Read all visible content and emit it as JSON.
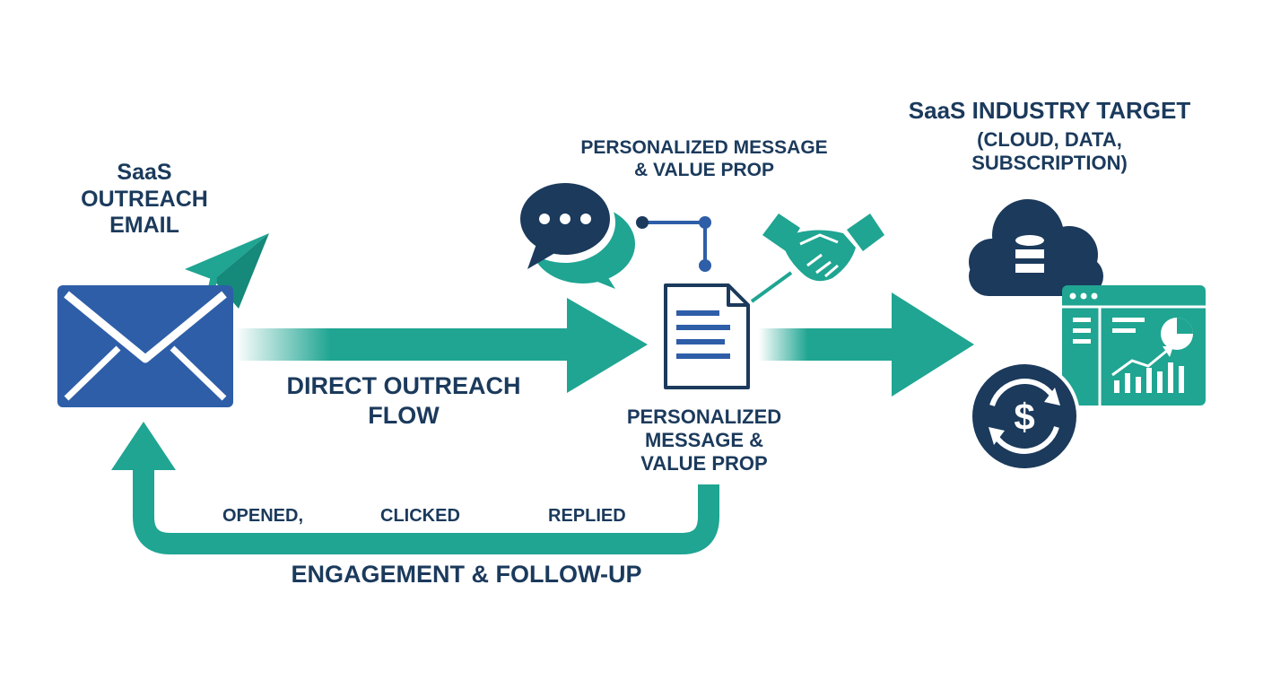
{
  "colors": {
    "navy": "#1b3a5c",
    "blue": "#2e5ea8",
    "teal": "#1fa592",
    "white": "#ffffff"
  },
  "email_node": {
    "title_lines": [
      "SaaS",
      "OUTREACH",
      "EMAIL"
    ],
    "icons": [
      "envelope-icon",
      "paper-plane-icon"
    ]
  },
  "flow": {
    "label_lines": [
      "DIRECT OUTREACH",
      "FLOW"
    ]
  },
  "message_node": {
    "top_label_lines": [
      "PERSONALIZED MESSAGE",
      "& VALUE PROP"
    ],
    "doc_label_lines": [
      "PERSONALIZED",
      "MESSAGE &",
      "VALUE PROP"
    ],
    "icons": [
      "chat-bubbles-icon",
      "handshake-icon",
      "document-icon"
    ]
  },
  "target_node": {
    "title": "SaaS INDUSTRY TARGET",
    "subtitle_lines": [
      "(CLOUD, DATA,",
      "SUBSCRIPTION)"
    ],
    "icons": [
      "cloud-database-icon",
      "dashboard-icon",
      "recurring-revenue-icon"
    ]
  },
  "feedback": {
    "steps": [
      "OPENED,",
      "CLICKED",
      "REPLIED"
    ],
    "label": "ENGAGEMENT & FOLLOW-UP"
  }
}
